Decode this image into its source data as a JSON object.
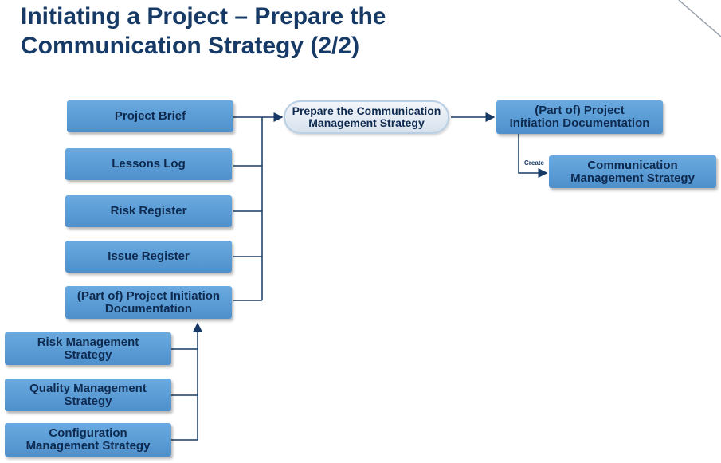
{
  "title": {
    "line1": "Initiating a Project – Prepare the",
    "line2": "Communication Strategy (2/2)"
  },
  "inputs": [
    {
      "lines": [
        "Project Brief"
      ]
    },
    {
      "lines": [
        "Lessons Log"
      ]
    },
    {
      "lines": [
        "Risk Register"
      ]
    },
    {
      "lines": [
        "Issue Register"
      ]
    },
    {
      "lines": [
        "(Part of) Project Initiation",
        "Documentation"
      ]
    }
  ],
  "strategies": [
    {
      "lines": [
        "Risk Management",
        "Strategy"
      ]
    },
    {
      "lines": [
        "Quality Management",
        "Strategy"
      ]
    },
    {
      "lines": [
        "Configuration",
        "Management Strategy"
      ]
    }
  ],
  "activity": {
    "lines": [
      "Prepare the Communication",
      "Management Strategy"
    ]
  },
  "output": {
    "lines": [
      "(Part of) Project",
      "Initiation Documentation"
    ]
  },
  "sub_output": {
    "lines": [
      "Communication",
      "Management Strategy"
    ],
    "relation": "Create"
  },
  "colors": {
    "title": "#163a65",
    "box_fill": "#5b9bd5",
    "box_text": "#0e2a4f",
    "connector": "#163a65",
    "process_fill": "#e4ecf4"
  }
}
